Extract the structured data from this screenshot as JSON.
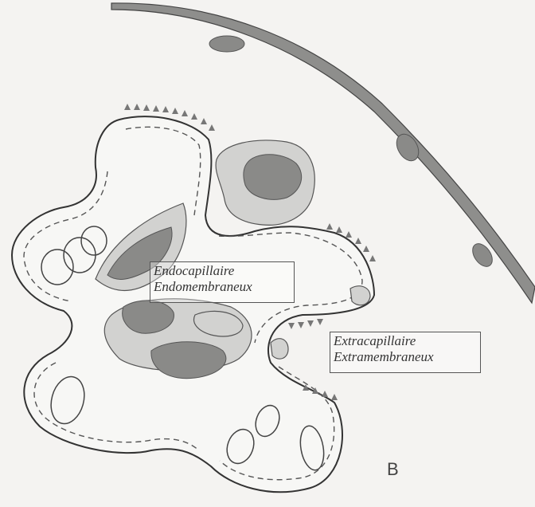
{
  "labels": {
    "endocapillary_line1": "Endocapillaire",
    "endocapillary_line2": "Endomembraneux",
    "extracapillary_line1": "Extracapillaire",
    "extracapillary_line2": "Extramembraneux"
  },
  "panel_letter": "B",
  "colors": {
    "background": "#f4f3f1",
    "outline": "#333333",
    "cell_fill": "#d2d2d0",
    "nucleus_fill": "#8a8a88"
  }
}
